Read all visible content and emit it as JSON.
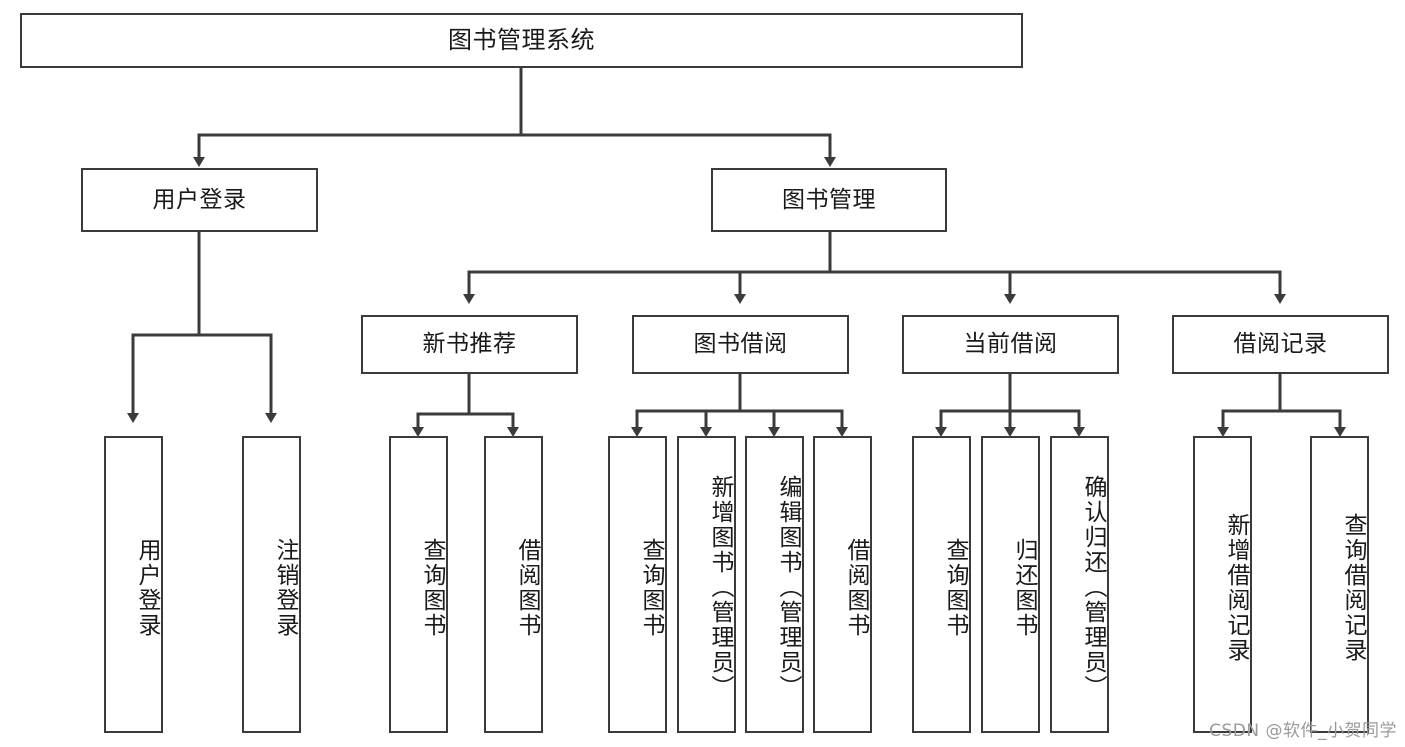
{
  "diagram": {
    "title": "图书管理系统",
    "type": "functional-structure-tree",
    "colors": {
      "node_border": "#3b3b3b",
      "node_fill": "#ffffff",
      "connector": "#3b3b3b",
      "text": "#1a1a1a",
      "watermark": "#9a9a9a",
      "background": "#ffffff"
    },
    "root": {
      "id": "root",
      "label": "图书管理系统"
    },
    "level2": [
      {
        "id": "user-login",
        "label": "用户登录"
      },
      {
        "id": "book-manage",
        "label": "图书管理"
      }
    ],
    "level3": [
      {
        "id": "new-book-recommend",
        "label": "新书推荐"
      },
      {
        "id": "book-borrow",
        "label": "图书借阅"
      },
      {
        "id": "current-borrow",
        "label": "当前借阅"
      },
      {
        "id": "borrow-record",
        "label": "借阅记录"
      }
    ],
    "leaves": {
      "user_login": [
        {
          "id": "leaf-user-login",
          "label": "用户登录"
        },
        {
          "id": "leaf-logout-login",
          "label": "注销登录"
        }
      ],
      "new_book_recommend": [
        {
          "id": "leaf-query-book-1",
          "label": "查询图书"
        },
        {
          "id": "leaf-borrow-book-1",
          "label": "借阅图书"
        }
      ],
      "book_borrow": [
        {
          "id": "leaf-query-book-2",
          "label": "查询图书"
        },
        {
          "id": "leaf-add-book",
          "label": "新增图书（管理员）"
        },
        {
          "id": "leaf-edit-book",
          "label": "编辑图书（管理员）"
        },
        {
          "id": "leaf-borrow-book-2",
          "label": "借阅图书"
        }
      ],
      "current_borrow": [
        {
          "id": "leaf-query-book-3",
          "label": "查询图书"
        },
        {
          "id": "leaf-return-book",
          "label": "归还图书"
        },
        {
          "id": "leaf-confirm-return",
          "label": "确认归还（管理员）"
        }
      ],
      "borrow_record": [
        {
          "id": "leaf-add-record",
          "label": "新增借阅记录"
        },
        {
          "id": "leaf-query-record",
          "label": "查询借阅记录"
        }
      ]
    }
  },
  "watermark": {
    "text": "CSDN @软件_小贺同学"
  }
}
